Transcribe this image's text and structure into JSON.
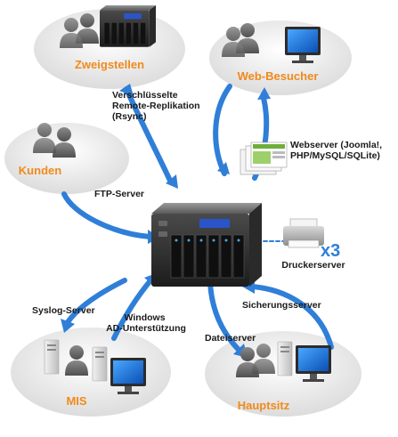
{
  "colors": {
    "accent": "#f08a1c",
    "arrow": "#2f7fd8",
    "ellipse_fill": "#eeeeee"
  },
  "nodes": {
    "zweigstellen": "Zweigstellen",
    "web_besucher": "Web-Besucher",
    "kunden": "Kunden",
    "mis": "MIS",
    "hauptsitz": "Hauptsitz",
    "drucker_badge": "x3",
    "drucker_label": "Druckerserver"
  },
  "connections": {
    "replikation": [
      "Verschlüsselte",
      "Remote-Replikation",
      "(Rsync)"
    ],
    "webserver": [
      "Webserver (Joomla!,",
      "PHP/MySQL/SQLite)"
    ],
    "ftp": "FTP-Server",
    "syslog": "Syslog-Server",
    "windows_ad": [
      "Windows",
      "AD-Unterstützung"
    ],
    "dateiserver": "Dateiserver",
    "sicherung": "Sicherungsserver"
  },
  "icons": {
    "nas": "nas-server-icon",
    "people": "people-icon",
    "printer": "printer-icon",
    "monitor": "monitor-icon",
    "pc_tower": "pc-tower-icon",
    "website": "website-icon"
  }
}
